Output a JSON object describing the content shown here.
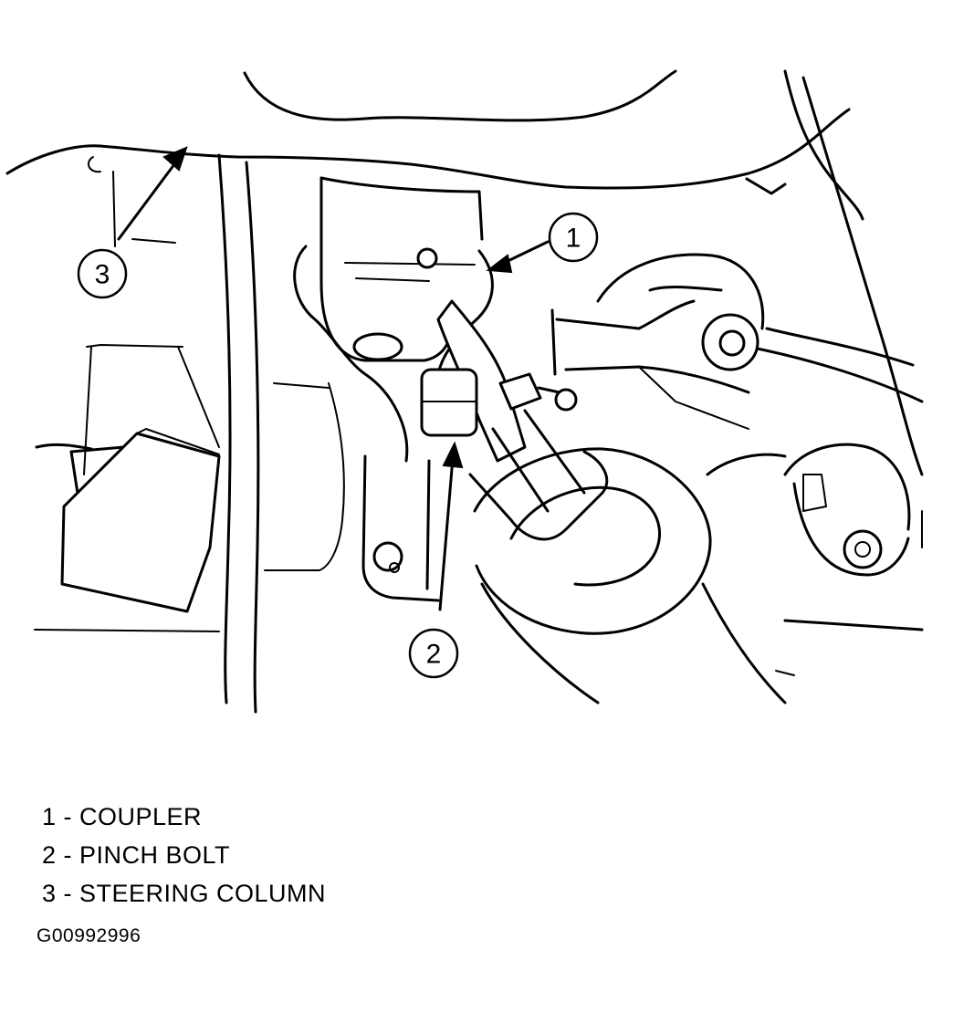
{
  "legend": {
    "items": [
      {
        "number": "1",
        "label": "COUPLER",
        "text": "1 - COUPLER"
      },
      {
        "number": "2",
        "label": "PINCH BOLT",
        "text": "2 - PINCH BOLT"
      },
      {
        "number": "3",
        "label": "STEERING COLUMN",
        "text": "3 - STEERING COLUMN"
      }
    ]
  },
  "figure_code": "G00992996"
}
